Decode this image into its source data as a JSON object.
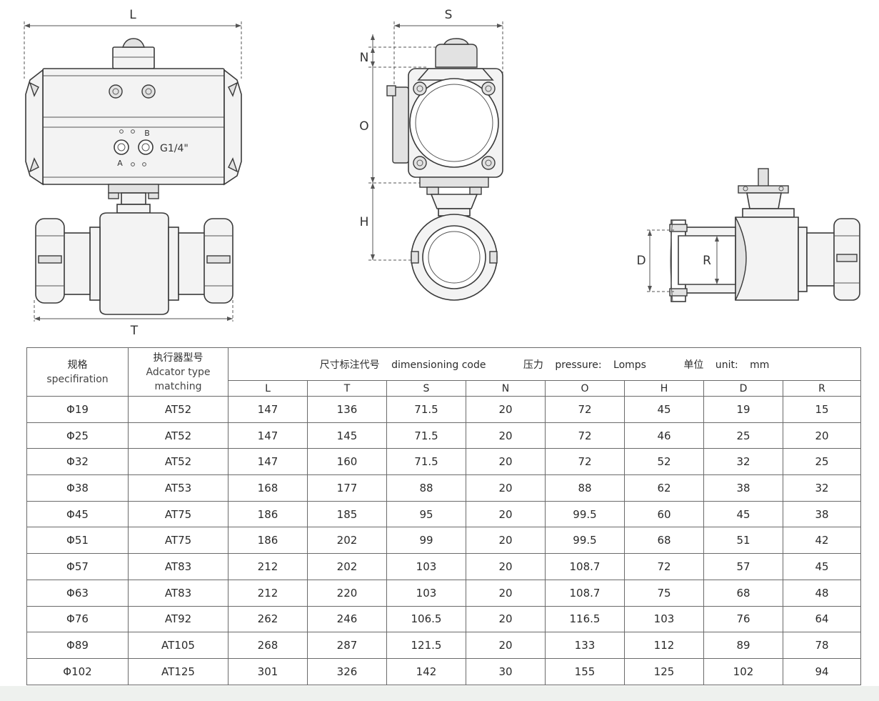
{
  "dimension_labels": {
    "L": "L",
    "T": "T",
    "S": "S",
    "N": "N",
    "O": "O",
    "H": "H",
    "D": "D",
    "R": "R"
  },
  "actuator_text": {
    "port_label": "G1/4\"",
    "port_a": "A",
    "port_b": "B"
  },
  "table": {
    "header": {
      "spec_zh": "规格",
      "spec_en": "specifiration",
      "actuator_zh": "执行器型号",
      "actuator_en_1": "Adcator type",
      "actuator_en_2": "matching",
      "code_zh": "尺寸标注代号",
      "code_en": "dimensioning code",
      "pressure_zh": "压力",
      "pressure_en": "pressure:",
      "pressure_value": "Lomps",
      "unit_zh": "单位",
      "unit_en": "unit:",
      "unit_value": "mm"
    },
    "columns": [
      "L",
      "T",
      "S",
      "N",
      "O",
      "H",
      "D",
      "R"
    ],
    "rows": [
      [
        "Φ19",
        "AT52",
        "147",
        "136",
        "71.5",
        "20",
        "72",
        "45",
        "19",
        "15"
      ],
      [
        "Φ25",
        "AT52",
        "147",
        "145",
        "71.5",
        "20",
        "72",
        "46",
        "25",
        "20"
      ],
      [
        "Φ32",
        "AT52",
        "147",
        "160",
        "71.5",
        "20",
        "72",
        "52",
        "32",
        "25"
      ],
      [
        "Φ38",
        "AT53",
        "168",
        "177",
        "88",
        "20",
        "88",
        "62",
        "38",
        "32"
      ],
      [
        "Φ45",
        "AT75",
        "186",
        "185",
        "95",
        "20",
        "99.5",
        "60",
        "45",
        "38"
      ],
      [
        "Φ51",
        "AT75",
        "186",
        "202",
        "99",
        "20",
        "99.5",
        "68",
        "51",
        "42"
      ],
      [
        "Φ57",
        "AT83",
        "212",
        "202",
        "103",
        "20",
        "108.7",
        "72",
        "57",
        "45"
      ],
      [
        "Φ63",
        "AT83",
        "212",
        "220",
        "103",
        "20",
        "108.7",
        "75",
        "68",
        "48"
      ],
      [
        "Φ76",
        "AT92",
        "262",
        "246",
        "106.5",
        "20",
        "116.5",
        "103",
        "76",
        "64"
      ],
      [
        "Φ89",
        "AT105",
        "268",
        "287",
        "121.5",
        "20",
        "133",
        "112",
        "89",
        "78"
      ],
      [
        "Φ102",
        "AT125",
        "301",
        "326",
        "142",
        "30",
        "155",
        "125",
        "102",
        "94"
      ]
    ]
  }
}
